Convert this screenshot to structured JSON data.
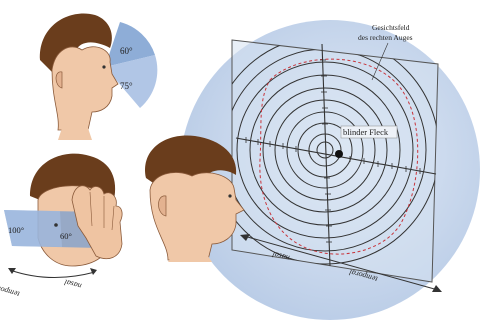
{
  "top_left": {
    "angle_upper": "60°",
    "angle_lower": "75°"
  },
  "bottom_left": {
    "angle_left": "100°",
    "angle_right": "60°",
    "label_temporal": "temporal",
    "label_nasal": "nasal"
  },
  "main": {
    "field_label_line1": "Gesichtsfeld",
    "field_label_line2": "des rechten Auges",
    "blind_spot_label": "blinder Fleck",
    "axis_nasal": "nasal",
    "axis_temporal": "temporal"
  },
  "colors": {
    "sphere_blue": "#c7d6ec",
    "blue_fan": "#7a9fd0",
    "skin": "#f0c8a8",
    "hair": "#6a3d1c",
    "field_boundary": "#c8333a"
  }
}
